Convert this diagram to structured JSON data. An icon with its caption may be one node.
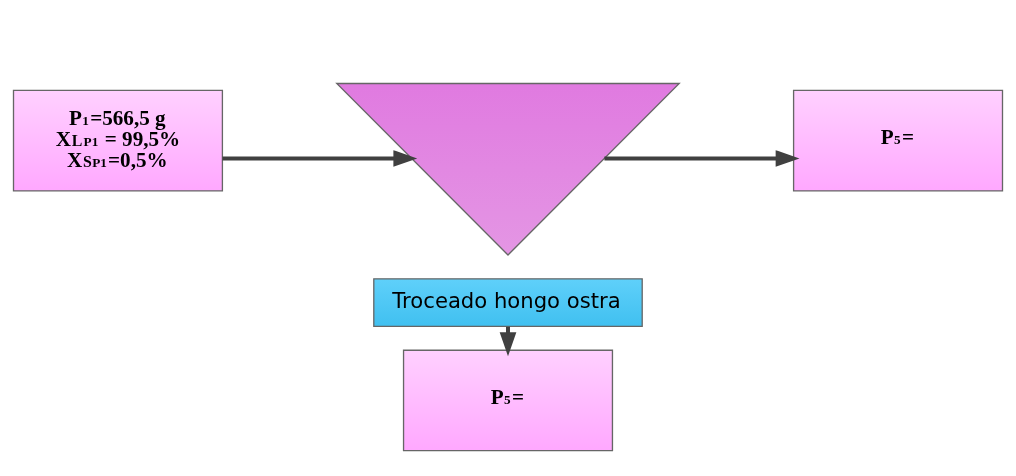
{
  "diagram": {
    "nodes": [
      {
        "text": [
          "P$_{1}$=566,5 g",
          "X$^{L}$$_{P1}$ = 99,5%",
          "X$^{S}$$_{P1}$=0,5%"
        ]
      },
      {
        "text": [],
        "shape": "triangle"
      },
      {
        "text": [
          "Troceado hongo ostra"
        ]
      },
      {
        "text": [
          "P$_{5}$="
        ]
      },
      {
        "text": [
          "P$_{5}$="
        ]
      }
    ],
    "edges": [
      {
        "from": 0,
        "to": 1,
        "arrow": "to"
      },
      {
        "from": 1,
        "to": 3,
        "arrow": "to"
      },
      {
        "from": 2,
        "to": 4,
        "arrow": "to"
      }
    ]
  }
}
